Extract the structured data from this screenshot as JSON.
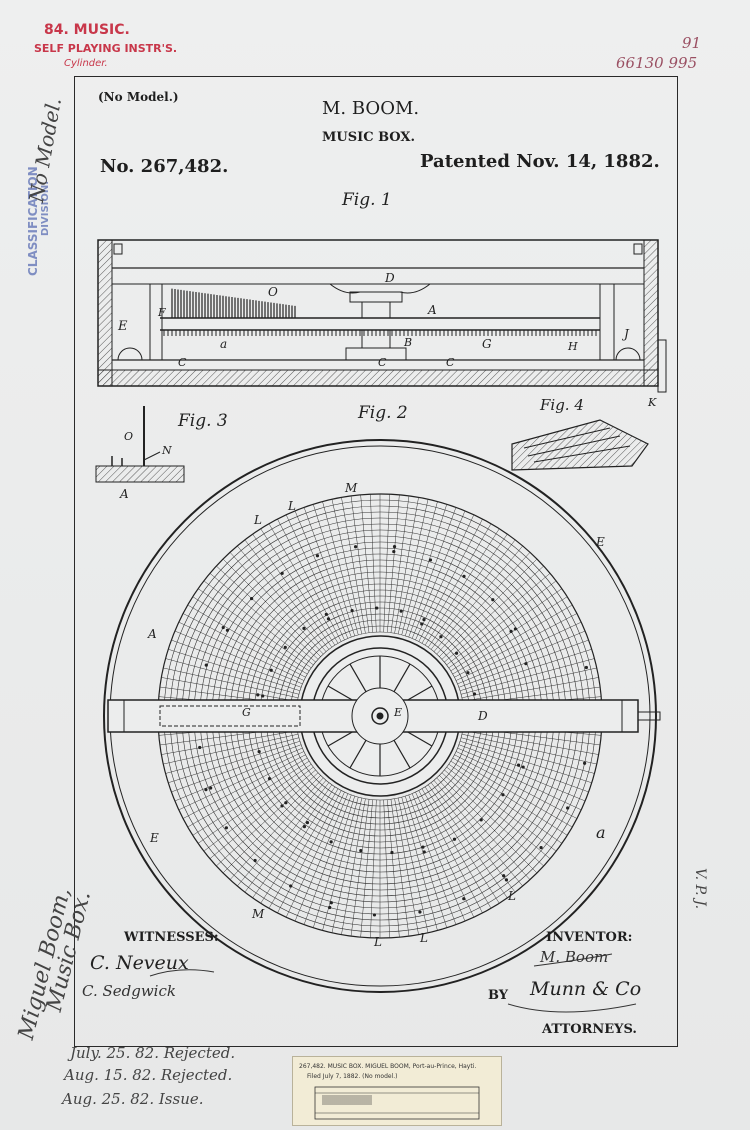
{
  "stamps": {
    "class_num": "84. MUSIC.",
    "class_name": "SELF PLAYING INSTR'S.",
    "class_sub": "Cylinder.",
    "ref_top": "91",
    "ref_num": "66130 995"
  },
  "side_stamp": {
    "line1": "CLASSIFICATION",
    "line2": "DIVISION.",
    "handwritten": "No Model."
  },
  "header": {
    "model": "(No Model.)",
    "inventor_name": "M. BOOM.",
    "title": "MUSIC BOX.",
    "patent_no": "No. 267,482.",
    "patented": "Patented Nov. 14, 1882."
  },
  "figures": {
    "fig1": "Fig. 1",
    "fig2": "Fig. 2",
    "fig3": "Fig. 3",
    "fig4": "Fig. 4"
  },
  "letters": {
    "D": "D",
    "O": "O",
    "A": "A",
    "E": "E",
    "F": "F",
    "a": "a",
    "B": "B",
    "G": "G",
    "H": "H",
    "J": "J",
    "C": "C",
    "K": "K",
    "N": "N",
    "M": "M",
    "L": "L"
  },
  "signatures": {
    "witnesses_label": "WITNESSES:",
    "witness1": "C. Neveux",
    "witness2": "C. Sedgwick",
    "inventor_label": "INVENTOR:",
    "inventor_sig": "M. Boom",
    "by": "BY",
    "attorney_sig": "Munn & Co",
    "attorneys_label": "ATTORNEYS."
  },
  "margin_notes": {
    "left1": "Miguel Boom,",
    "left2": "Music Box.",
    "right": "V. P. J."
  },
  "docket": {
    "line1": "July. 25. 82. Rejected.",
    "line2": "Aug. 15. 82. Rejected.",
    "line3": "Aug. 25. 82. Issue."
  },
  "slip": {
    "line1": "267,482.  MUSIC BOX.  MIGUEL BOOM, Port-au-Prince, Hayti.",
    "line2": "Filed July 7, 1882.  (No model.)"
  }
}
